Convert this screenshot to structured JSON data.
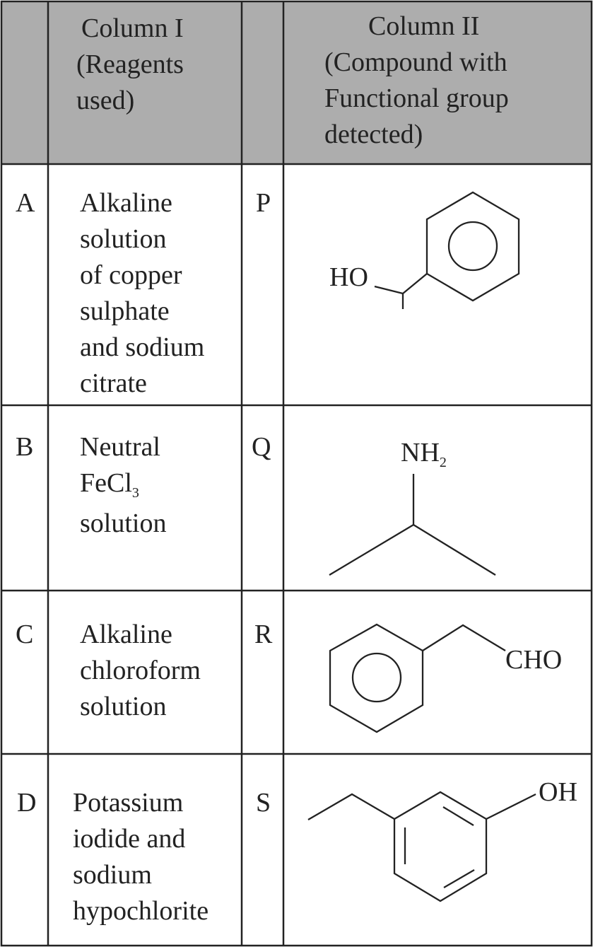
{
  "header": {
    "col1": [
      "Column I",
      "(Reagents",
      "used)"
    ],
    "col2": [
      "Column II",
      "(Compound with",
      "Functional group",
      "detected)"
    ]
  },
  "rows": [
    {
      "letter": "A",
      "reagent": [
        "Alkaline",
        "solution",
        "of copper",
        "sulphate",
        "and sodium",
        "citrate"
      ],
      "code": "P",
      "compound_label": "HO"
    },
    {
      "letter": "B",
      "reagent": [
        "Neutral",
        "FeCl",
        "3",
        "solution"
      ],
      "code": "Q",
      "compound_label": "NH",
      "compound_sub": "2"
    },
    {
      "letter": "C",
      "reagent": [
        "Alkaline",
        "chloroform",
        "solution"
      ],
      "code": "R",
      "compound_label": "CHO"
    },
    {
      "letter": "D",
      "reagent": [
        "Potassium",
        "iodide and",
        "sodium",
        "hypochlorite"
      ],
      "code": "S",
      "compound_label": "OH"
    }
  ]
}
